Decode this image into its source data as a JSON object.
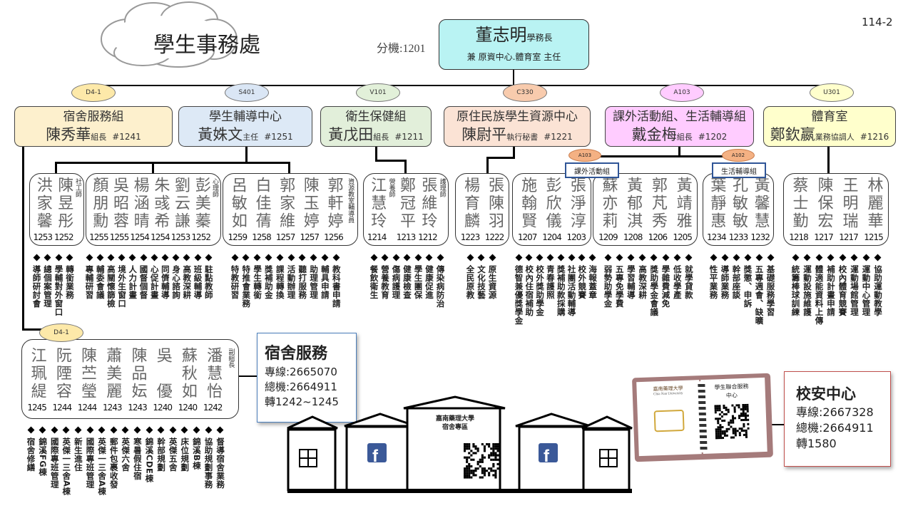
{
  "page_number": "114-2",
  "office_title": "學生事務處",
  "extension": "分機:1201",
  "head": {
    "name": "董志明",
    "title": "學務長",
    "concurrent": "兼 原資中心.體育室 主任"
  },
  "rooms": [
    "D4-1",
    "S401",
    "V101",
    "C330",
    "A103",
    "U301"
  ],
  "departments": [
    {
      "name": "宿舍服務組",
      "leader": "陳秀華",
      "role": "組長",
      "ext": "#1241",
      "color": "#fdf0cd",
      "oval_color": "#fde9a9"
    },
    {
      "name": "學生輔導中心",
      "leader": "黃姝文",
      "role": "主任",
      "ext": "#1251",
      "color": "#dde9f6",
      "oval_color": "#dae6f5"
    },
    {
      "name": "衛生保健組",
      "leader": "黃戊田",
      "role": "組長",
      "ext": "#1211",
      "color": "#e2efda",
      "oval_color": "#e2f0d9"
    },
    {
      "name": "原住民族學生資源中心",
      "leader": "陳尉平",
      "role": "執行秘書",
      "ext": "#1221",
      "color": "#fbe3d5",
      "oval_color": "#f8cbad"
    },
    {
      "name": "課外活動組、生活輔導組",
      "leader": "戴金梅",
      "role": "組長",
      "ext": "#1202",
      "color": "#ffccff",
      "oval_color": "#ffccff"
    },
    {
      "name": "體育室",
      "leader": "鄭欽嬴",
      "role": "業務協調人",
      "ext": "#1216",
      "color": "#ffffcc",
      "oval_color": "#ffffcc"
    }
  ],
  "sub_units": [
    {
      "room": "A103",
      "label": "課外活動組"
    },
    {
      "room": "A102",
      "label": "生活輔導組"
    }
  ],
  "staff_groups": [
    {
      "members": [
        {
          "name": "洪家馨",
          "ext": "1253"
        },
        {
          "name": "陳昱彤",
          "ext": "1252",
          "title": "社工師"
        }
      ]
    },
    {
      "members": [
        {
          "name": "顏朋勳",
          "ext": "1255"
        },
        {
          "name": "吳昭蓉",
          "ext": "1255"
        },
        {
          "name": "楊涵晴",
          "ext": "1254"
        },
        {
          "name": "朱彧希",
          "ext": "1254"
        },
        {
          "name": "劉云謙",
          "ext": "1253"
        },
        {
          "name": "彭美蓁",
          "ext": "1252",
          "title": "心理師"
        }
      ]
    },
    {
      "members": [
        {
          "name": "呂敏如",
          "ext": "1259"
        },
        {
          "name": "白佳蒨",
          "ext": "1258"
        },
        {
          "name": "郭家維",
          "ext": "1257"
        },
        {
          "name": "陳玉婷",
          "ext": "1257"
        },
        {
          "name": "郭軒婷",
          "ext": "1256",
          "title": "資源教室輔導員"
        }
      ]
    },
    {
      "members": [
        {
          "name": "江慧玲",
          "ext": "1214",
          "title": "營養師"
        },
        {
          "name": "鄭冠平",
          "ext": "1213"
        },
        {
          "name": "張維玲",
          "ext": "1212",
          "title": "護理師"
        }
      ]
    },
    {
      "members": [
        {
          "name": "楊育麟",
          "ext": "1223"
        },
        {
          "name": "張陳羽",
          "ext": "1222"
        }
      ]
    },
    {
      "members": [
        {
          "name": "施翰賢",
          "ext": "1207"
        },
        {
          "name": "彭欣儀",
          "ext": "1204"
        },
        {
          "name": "張淨淳",
          "ext": "1203"
        }
      ]
    },
    {
      "members": [
        {
          "name": "蘇亦莉",
          "ext": "1209"
        },
        {
          "name": "黃郁淇",
          "ext": "1208"
        },
        {
          "name": "郭芃秀",
          "ext": "1206"
        },
        {
          "name": "黃靖雅",
          "ext": "1205"
        }
      ]
    },
    {
      "members": [
        {
          "name": "葉靜惠",
          "ext": "1234"
        },
        {
          "name": "孔敏敏",
          "ext": "1233"
        },
        {
          "name": "黃馨慧",
          "ext": "1232"
        }
      ]
    },
    {
      "members": [
        {
          "name": "蔡士勤",
          "ext": "1218"
        },
        {
          "name": "陳保宏",
          "ext": "1217"
        },
        {
          "name": "王明瑞",
          "ext": "1217"
        },
        {
          "name": "林麗華",
          "ext": "1215"
        }
      ]
    },
    {
      "room": "D4-1",
      "members": [
        {
          "name": "江珮緹",
          "ext": "1245"
        },
        {
          "name": "阮陻容",
          "ext": "1244"
        },
        {
          "name": "陳苎瑩",
          "ext": "1244"
        },
        {
          "name": "蕭美麗",
          "ext": "1243"
        },
        {
          "name": "陳品妘",
          "ext": "1243"
        },
        {
          "name": "吳優",
          "ext": "1240"
        },
        {
          "name": "蘇秋如",
          "ext": "1240"
        },
        {
          "name": "潘慧怡",
          "ext": "1242",
          "title": "副組長"
        }
      ]
    }
  ],
  "duty_groups": [
    [
      "導師研討會",
      "總個案管理",
      "學輔對外窗口",
      "轉銜業務"
    ],
    [
      "專輔研習",
      "輔委會議",
      "高關懷篩檢",
      "境外生窗口",
      "人力計畫",
      "國督個督",
      "心促計畫",
      "同儕輔導",
      "身心諮詢",
      "高教深耕",
      "班級輔導",
      "駐點教師"
    ],
    [
      "特教研習",
      "特推會業務",
      "學生轉銜",
      "獎補助金",
      "課程轉換",
      "活動辦理",
      "聽打服務",
      "助理管理",
      "輔具申請",
      "教科書申請"
    ],
    [
      "餐飲衛生",
      "營養教育",
      "傷病護理",
      "健康檢查",
      "學生團保",
      "健康促進",
      "傳染病防治"
    ],
    [
      "全民原教",
      "文化技藝",
      "原生資源"
    ],
    [
      "德智兼優獎學金",
      "校內住宿補助",
      "校外獎助學金",
      "青春護照",
      "獎補助款採購",
      "社團活動輔導",
      "校外競賽",
      "海報蓋章"
    ],
    [
      "弱勢助學金",
      "五專免學費",
      "學習輔導",
      "高教深耕",
      "獎助學金會議",
      "學雜費減免",
      "低收學產",
      "就學貸款"
    ],
    [
      "性平業務",
      "導師業務",
      "幹部座談",
      "獎懲、申訴",
      "五專週會、缺曠",
      "基礎服務學習"
    ],
    [
      "統籌棒球訓練",
      "運動設施維護",
      "體適能資料上傳",
      "補助計畫申請",
      "校內體育競賽",
      "運動場館管理",
      "運動中心管理",
      "協助運動教學"
    ],
    [
      "宿舍修繕",
      "錦溪FG棟",
      "國際專班管理",
      "英傑一三舍A棟",
      "新生進住",
      "國際專班管理",
      "英傑一三舍A棟",
      "郵件包裹收發",
      "英傑六舍",
      "寒暑假住宿",
      "錦溪CDE棟",
      "幹部規劃",
      "英傑五舍",
      "床位規劃",
      "錦溪B棟",
      "協助規劃事務",
      "督導宿舍業務"
    ]
  ],
  "dorm_contact": {
    "title": "宿舍服務",
    "line1": "專線:2665070",
    "line2": "總機:2664911",
    "line3": "轉1242~1245"
  },
  "dorm_board": {
    "school": "嘉南藥理大學",
    "zone": "宿舍專區"
  },
  "security_contact": {
    "title": "校安中心",
    "line1": "專線:2667328",
    "line2": "總機:2664911",
    "line3": "轉1580"
  },
  "notebook": {
    "school": "嘉南藥理大學",
    "school_en": "Chia Nan University",
    "center": "學生聯合服務中心"
  },
  "colors": {
    "head": "#b9f3f3",
    "tab_border": "#2f5597",
    "security_border": "#c0504d",
    "facebook": "#3b5998",
    "small_oval": "#f4b183"
  }
}
